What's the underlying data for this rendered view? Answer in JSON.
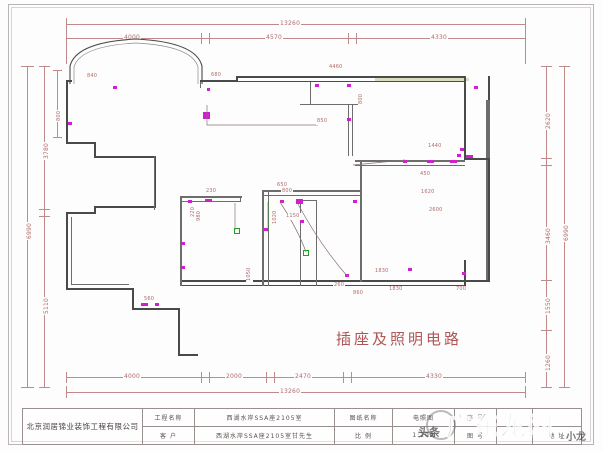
{
  "drawing": {
    "plan_title": "插座及照明电路",
    "scale": "1:100",
    "overall_width": "13260",
    "overall_height": "6990"
  },
  "dimensions": {
    "top": {
      "total": "13260",
      "segments": [
        "4000",
        "4570",
        "4330"
      ]
    },
    "bottom": {
      "total": "13260",
      "segments": [
        "4000",
        "2000",
        "2470",
        "4330"
      ]
    },
    "left": {
      "total": "6990",
      "segments": [
        "3780",
        "5110"
      ]
    },
    "right": {
      "total": "6990",
      "segments": [
        "2620",
        "3460",
        "1550",
        "1260"
      ]
    },
    "interior": [
      "4460",
      "850",
      "840",
      "680",
      "220",
      "230",
      "650",
      "800",
      "1150",
      "1440",
      "450",
      "1620",
      "2600",
      "1830",
      "700",
      "260",
      "860",
      "1050",
      "1020",
      "560",
      "980",
      "1260"
    ]
  },
  "title_block": {
    "company": "北京润居锦业装饰工程有限公司",
    "fields": [
      {
        "label": "工程名称",
        "value": "西湖水岸SSA座2105室"
      },
      {
        "label": "客    户",
        "value": "西湖水岸SSA座2105室甘先生"
      },
      {
        "label": "图纸名称",
        "value": "电照图"
      },
      {
        "label": "比    例",
        "value": "1:100"
      },
      {
        "label": "序    号",
        "value": ""
      },
      {
        "label": "图    号",
        "value": ""
      },
      {
        "label": "地    址",
        "value": ""
      }
    ]
  },
  "watermark": {
    "main": "广东龙网",
    "prefix": "头条",
    "suffix": "小龙"
  },
  "colors": {
    "dimension": "#b06a6a",
    "outlet": "#d01fd0",
    "switch": "#22a022",
    "wall": "#4a4a4a",
    "title": "#b05555"
  }
}
